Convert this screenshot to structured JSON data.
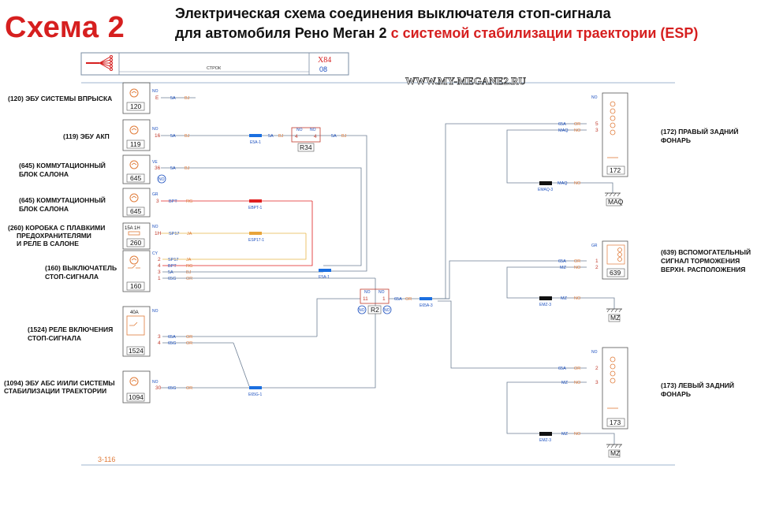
{
  "header": {
    "scheme_title": "Схема 2",
    "line1": "Электрическая схема  соединения выключателя стоп-сигнала",
    "line2_prefix": "для автомобиля Рено Меган 2 ",
    "line2_highlight": "с системой стабилизации траектории (ESP)"
  },
  "top_bar": {
    "connector_label": "СТРОК",
    "code_top": "X84",
    "code_bottom": "08"
  },
  "watermark": "WWW.MY-MEGANE2.RU",
  "page_number": "3-116",
  "colors": {
    "brand_red": "#d61f1f",
    "wire_blue": "#1b4fbf",
    "wire_orange": "#e07b39",
    "wire_red": "#e02020",
    "wire_yellow": "#e8b84a",
    "wire_gray": "#6e7f95"
  },
  "components_left": [
    {
      "label": "(120) ЭБУ СИСТЕМЫ ВПРЫСКА",
      "id": "120",
      "connector": "NO",
      "pin": "E",
      "wire": "5A",
      "color": "BJ"
    },
    {
      "label": "(119) ЭБУ АКП",
      "id": "119",
      "connector": "NO",
      "pin": "16",
      "wire": "5A",
      "color": "BJ"
    },
    {
      "label": "(645) КОММУТАЦИОННЫЙ\nБЛОК САЛОНА",
      "id": "645",
      "connector": "VE",
      "pin": "36",
      "wire": "5A",
      "color": "BJ"
    },
    {
      "label": "(645) КОММУТАЦИОННЫЙ\nБЛОК САЛОНА",
      "id": "645",
      "connector": "GR",
      "pin": "3",
      "wire": "BPT",
      "color": "RG"
    },
    {
      "label": "(260) КОРОБКА С ПЛАВКИМИ\nПРЕДОХРАНИТЕЛЯМИ\nИ РЕЛЕ В САЛОНЕ",
      "id": "260",
      "connector": "NO",
      "pin": "1H",
      "wire": "SP17",
      "color": "JA",
      "fuse": "15A   1H"
    },
    {
      "label": "(160) ВЫКЛЮЧАТЕЛЬ\nСТОП-СИГНАЛА",
      "id": "160",
      "connector": "CY",
      "pins": [
        "2",
        "4",
        "3",
        "1"
      ],
      "wires": [
        "SP17",
        "BPT",
        "5A",
        "65G"
      ],
      "colors": [
        "JA",
        "RG",
        "BJ",
        "OR"
      ]
    },
    {
      "label": "(1524) РЕЛЕ ВКЛЮЧЕНИЯ\nСТОП-СИГНАЛА",
      "id": "1524",
      "connector": "NO",
      "pins": [
        "3",
        "4"
      ],
      "wires": [
        "65A",
        "65G"
      ],
      "colors": [
        "OR",
        "OR"
      ],
      "rating": "40A"
    },
    {
      "label": "(1094) ЭБУ АБС И/ИЛИ СИСТЕМЫ\nСТАБИЛИЗАЦИИ ТРАЕКТОРИИ",
      "id": "1094",
      "connector": "NO",
      "pin": "30",
      "wire": "65G",
      "color": "OR"
    }
  ],
  "splices": [
    {
      "tag": "E5A-1"
    },
    {
      "tag": "E5A-1"
    },
    {
      "tag": "EBPT-1"
    },
    {
      "tag": "ESP17-1"
    },
    {
      "tag": "E65G-1"
    },
    {
      "tag": "E65A-3"
    },
    {
      "tag": "EMAQ-3"
    },
    {
      "tag": "EMZ-3"
    },
    {
      "tag": "EMZ-3"
    }
  ],
  "connectors_mid": [
    {
      "id": "R34",
      "left": "NO",
      "right": "NO",
      "pin_l": "4",
      "pin_r": "4"
    },
    {
      "id": "R2",
      "left": "NO",
      "right": "NO",
      "pin_l": "11",
      "pin_r": "1",
      "badge": "NO"
    }
  ],
  "components_right": [
    {
      "label": "(172) ПРАВЫЙ ЗАДНИЙ\nФОНАРЬ",
      "id": "172",
      "connector": "NO",
      "pins": [
        "5",
        "3"
      ],
      "wires": [
        "65A",
        "MAQ"
      ],
      "colors": [
        "OR",
        "NO"
      ],
      "ground": "MAQ"
    },
    {
      "label": "(639) ВСПОМОГАТЕЛЬНЫЙ\nСИГНАЛ ТОРМОЖЕНИЯ\nВЕРХН. РАСПОЛОЖЕНИЯ",
      "id": "639",
      "connector": "GR",
      "pins": [
        "1",
        "2"
      ],
      "wires": [
        "65A",
        "MZ"
      ],
      "colors": [
        "OR",
        "NO"
      ],
      "ground": "MZ"
    },
    {
      "label": "(173) ЛЕВЫЙ ЗАДНИЙ\nФОНАРЬ",
      "id": "173",
      "connector": "NO",
      "pins": [
        "2",
        "3"
      ],
      "wires": [
        "65A",
        "MZ"
      ],
      "colors": [
        "OR",
        "NO"
      ],
      "ground": "MZ"
    }
  ],
  "wire_names": {
    "5A": "5A",
    "BJ": "BJ",
    "BPT": "BPT",
    "RG": "RG",
    "SP17": "SP17",
    "JA": "JA",
    "65A": "65A",
    "65G": "65G",
    "OR": "OR",
    "MAQ": "MAQ",
    "MZ": "MZ",
    "NO": "NO"
  }
}
